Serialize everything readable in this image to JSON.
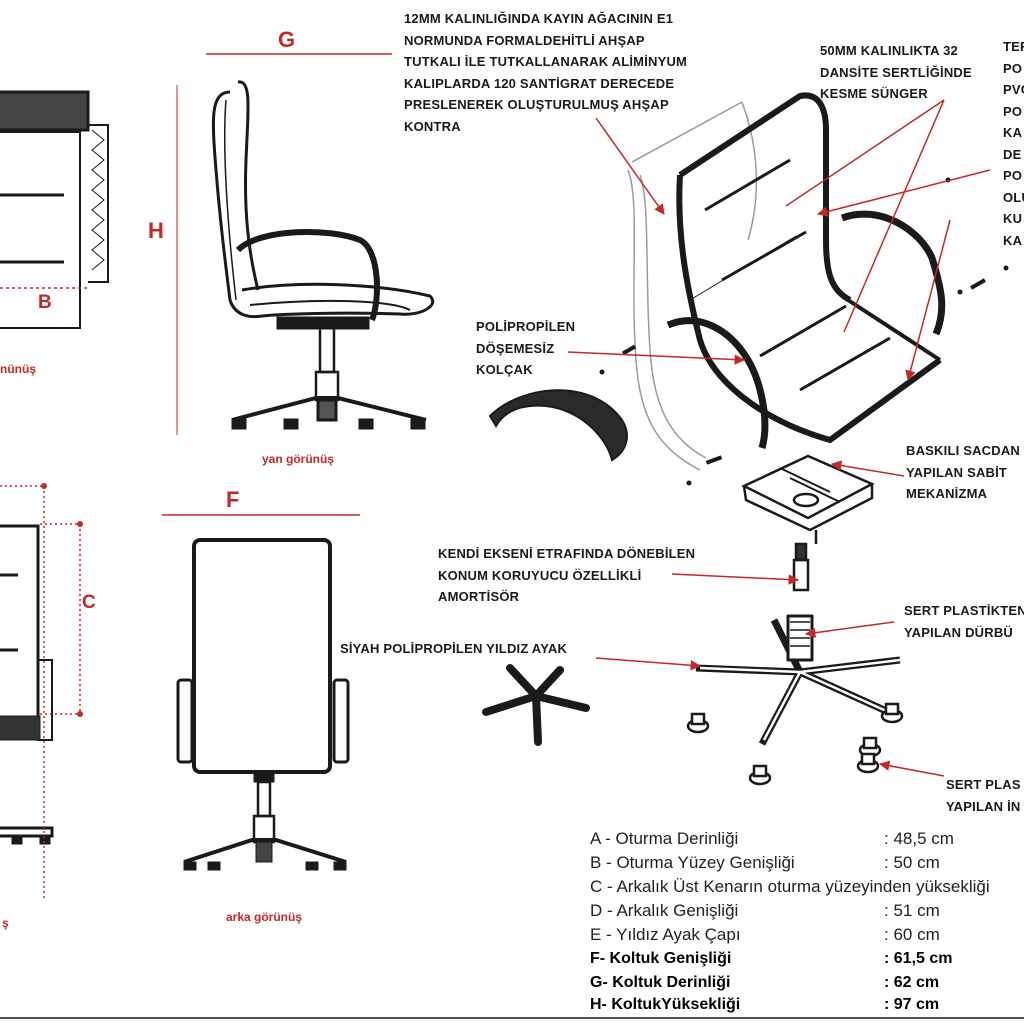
{
  "dimension_letters": {
    "g": "G",
    "h": "H",
    "b": "B",
    "c": "C",
    "f": "F"
  },
  "view_labels": {
    "side": "yan görünüş",
    "back": "arka görünüş",
    "top_partial": "nünüş",
    "bottom_partial": "ş"
  },
  "callouts": {
    "plywood": "12MM KALINLIĞINDA KAYIN AĞACININ E1\nNORMUNDA FORMALDEHİTLİ AHŞAP\nTUTKALI İLE TUTKALLANARAK ALİMİNYUM\nKALIPLARDA 120 SANTİGRAT DERECEDE\nPRESLENEREK OLUŞTURULMUŞ AHŞAP\nKONTRA",
    "foam": "50MM KALINLIKTA 32\nDANSİTE SERTLİĞİNDE\nKESME SÜNGER",
    "right_cut": "TEF\nPO\nPVC\nPO\nKA\nDE\nPO\nOLU\nKU\nKA",
    "armrest": "POLİPROPİLEN\nDÖŞEMESİZ\nKOLÇAK",
    "mechanism": "BASKILI SACDAN\nYAPILAN SABİT\nMEKANİZMA",
    "gaslift": "KENDİ EKSENİ ETRAFINDA DÖNEBİLEN\nKONUM KORUYUCU ÖZELLİKLİ\nAMORTİSÖR",
    "base": "SİYAH POLİPROPİLEN YILDIZ AYAK",
    "bushing": "SERT PLASTİKTEN\nYAPILAN DÜRBÜ",
    "caster": "SERT PLAS\nYAPILAN İN"
  },
  "specs": [
    {
      "label": "A - Oturma Derinliği",
      "value": ": 48,5 cm",
      "bold": false
    },
    {
      "label": "B - Oturma Yüzey Genişliği",
      "value": ": 50 cm",
      "bold": false
    },
    {
      "label": "C - Arkalık Üst Kenarın oturma yüzeyinden yüksekliği",
      "value": "",
      "bold": false
    },
    {
      "label": "D - Arkalık Genişliği",
      "value": ": 51 cm",
      "bold": false
    },
    {
      "label": "E - Yıldız Ayak Çapı",
      "value": ": 60 cm",
      "bold": false
    },
    {
      "label": "F- Koltuk Genişliği",
      "value": ": 61,5 cm",
      "bold": true
    },
    {
      "label": "G- Koltuk Derinliği",
      "value": ": 62 cm",
      "bold": true
    },
    {
      "label": "H- KoltukYüksekliği",
      "value": ": 97 cm",
      "bold": true
    }
  ],
  "colors": {
    "accent": "#c62828",
    "ink": "#1a1a1a",
    "frame": "#9a9a9a"
  }
}
